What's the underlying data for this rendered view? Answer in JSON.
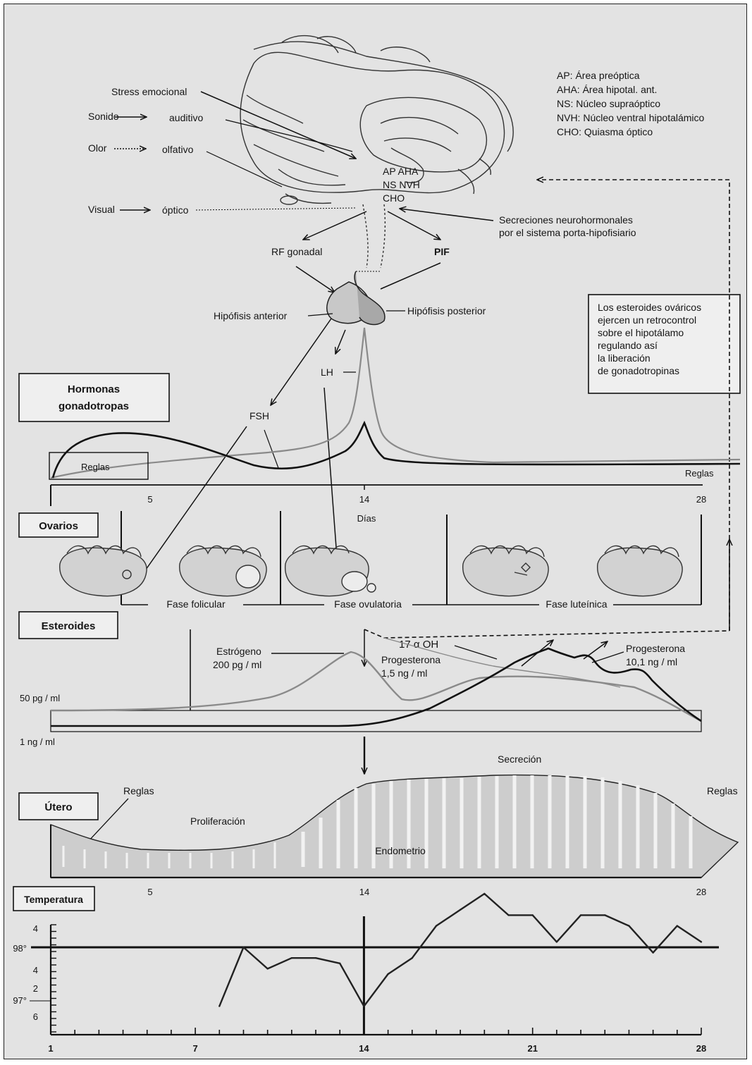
{
  "legend": [
    {
      "abbr": "AP:",
      "text": "Área preóptica"
    },
    {
      "abbr": "AHA:",
      "text": "Área hipotal. ant."
    },
    {
      "abbr": "NS:",
      "text": "Núcleo supraóptico"
    },
    {
      "abbr": "NVH:",
      "text": "Núcleo ventral hipotalámico"
    },
    {
      "abbr": "CHO:",
      "text": "Quiasma óptico"
    }
  ],
  "brain": {
    "stress": "Stress emocional",
    "sound": "Sonido",
    "auditory": "auditivo",
    "smell": "Olor",
    "olfactory": "olfativo",
    "visual": "Visual",
    "optic": "óptico",
    "nuclei_1": "AP AHA",
    "nuclei_2": "NS NVH",
    "nuclei_3": "CHO"
  },
  "secretions": [
    "Secreciones neurohormonales",
    "por el sistema porta-hipofisiario"
  ],
  "rf_gonadal": "RF gonadal",
  "pif": "PIF",
  "hypophysis_anterior": "Hipófisis anterior",
  "hypophysis_posterior": "Hipófisis posterior",
  "feedback_box": [
    "Los esteroides ováricos",
    "ejercen un retrocontrol",
    "sobre el hipotálamo",
    "regulando así",
    "la liberación",
    "de gonadotropinas"
  ],
  "gonadotropins": {
    "title_1": "Hormonas",
    "title_2": "gonadotropas",
    "fsh": "FSH",
    "lh": "LH",
    "menses_left": "Reglas",
    "menses_right": "Reglas",
    "ticks": [
      "5",
      "14",
      "28"
    ],
    "xlabel": "Días"
  },
  "ovaries": {
    "title": "Ovarios",
    "phases": [
      "Fase folicular",
      "Fase ovulatoria",
      "Fase luteínica"
    ]
  },
  "steroids": {
    "title": "Esteroides",
    "estrogen_1": "Estrógeno",
    "estrogen_2": "200 pg / ml",
    "oh17": "17 α OH",
    "prog_low_1": "Progesterona",
    "prog_low_2": "1,5 ng / ml",
    "prog_high_1": "Progesterona",
    "prog_high_2": "10,1 ng / ml",
    "base_estrogen": "50 pg / ml",
    "base_prog": "1 ng / ml"
  },
  "uterus": {
    "title": "Útero",
    "menses_left": "Reglas",
    "menses_right": "Reglas",
    "proliferation": "Proliferación",
    "secretion": "Secreción",
    "endometrium": "Endometrio",
    "ticks": [
      "5",
      "14",
      "28"
    ]
  },
  "colors": {
    "frame_bg": "#e3e3e3",
    "ink": "#151515",
    "gray_curve": "#8a8a8a"
  },
  "chart_data": {
    "type": "line",
    "title": "Temperatura",
    "x_ticks": [
      "1",
      "7",
      "14",
      "21",
      "28"
    ],
    "y_labels": [
      "4",
      "98°",
      "4",
      "2",
      "97°",
      "6"
    ],
    "xlim": [
      1,
      28
    ],
    "reference_line": "98°",
    "x": [
      8,
      9,
      10,
      11,
      12,
      13,
      14,
      15,
      16,
      17,
      18,
      19,
      20,
      21,
      22,
      23,
      24,
      25,
      26,
      27,
      28
    ],
    "values": [
      96.9,
      98.0,
      97.6,
      97.8,
      97.8,
      97.7,
      96.9,
      97.5,
      97.8,
      98.4,
      98.7,
      99.0,
      98.6,
      98.6,
      98.1,
      98.6,
      98.6,
      98.4,
      97.9,
      98.4,
      98.1
    ]
  }
}
